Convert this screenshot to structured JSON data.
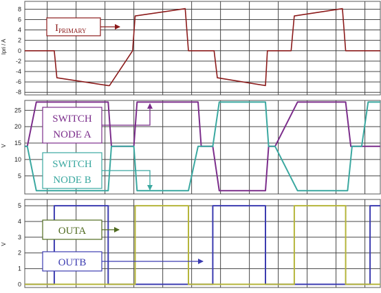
{
  "chart_data": [
    {
      "type": "line",
      "ylabel": "Ipri / A",
      "ylim": [
        -8.5,
        9.5
      ],
      "yticks": [
        8,
        6,
        4,
        2,
        0,
        -2,
        -4,
        -6,
        -8
      ],
      "series": [
        {
          "color": "#8b1a1a",
          "x": [
            0,
            4.6,
            5.0,
            13.0,
            13.2,
            16.8,
            17.2,
            25.0,
            25.5,
            29.5,
            30.0,
            37.5,
            37.8,
            41.5,
            42.0,
            49.5,
            50.0,
            55.4
          ],
          "y": [
            0,
            0,
            -5.2,
            -6.7,
            -6.7,
            0,
            6.7,
            8.1,
            0,
            0,
            -5.2,
            -6.7,
            0,
            0,
            6.7,
            8.1,
            0,
            0
          ]
        }
      ],
      "annotations": [
        {
          "text": "I",
          "sub": "PRIMARY",
          "color": "#8b1a1a"
        }
      ]
    },
    {
      "type": "line",
      "ylabel": "V",
      "ylim": [
        -0.5,
        28
      ],
      "yticks": [
        25,
        20,
        15,
        10,
        5
      ],
      "series": [
        {
          "color": "#7b2d8b",
          "x": [
            0,
            0.4,
            1.8,
            13.0,
            13.5,
            14.3,
            17.0,
            17.5,
            18.2,
            27.0,
            27.5,
            29.3,
            30.3,
            37.5,
            38.0,
            39.0,
            42.5,
            43.2,
            50.0,
            50.8,
            51.5,
            55.4
          ],
          "y": [
            14,
            14,
            27.5,
            27.5,
            14,
            14,
            14,
            27.5,
            27.5,
            27.5,
            14,
            14,
            0.5,
            0.5,
            14,
            14,
            27.5,
            27.5,
            27.5,
            14,
            14,
            14
          ]
        },
        {
          "color": "#3aa8a0",
          "x": [
            0,
            0.4,
            1.8,
            13.0,
            13.5,
            14.3,
            17.0,
            17.5,
            25.5,
            27.0,
            29.3,
            30.3,
            37.5,
            38.0,
            39.0,
            42.5,
            43.2,
            50.3,
            51.0,
            52.5,
            53.5,
            55.4
          ],
          "y": [
            14,
            14,
            0.5,
            0.5,
            14,
            14,
            14,
            0.5,
            0.5,
            14,
            14,
            27.5,
            27.5,
            14,
            14,
            0.5,
            0.5,
            0.5,
            14,
            14,
            27.5,
            27.5
          ]
        }
      ],
      "annotations": [
        {
          "line1": "SWITCH",
          "line2": "NODE A",
          "color": "#7b2d8b"
        },
        {
          "line1": "SWITCH",
          "line2": "NODE B",
          "color": "#3aa8a0"
        }
      ]
    },
    {
      "type": "line",
      "ylabel": "V",
      "ylim": [
        -0.2,
        5.4
      ],
      "yticks": [
        5,
        4,
        3,
        2,
        1,
        0
      ],
      "series": [
        {
          "color": "#3b3bb0",
          "x": [
            0,
            4.6,
            4.6,
            13.0,
            13.0,
            29.3,
            29.3,
            37.5,
            37.5,
            53.8,
            53.8,
            55.4
          ],
          "y": [
            0,
            0,
            5,
            5,
            0,
            0,
            5,
            5,
            0,
            0,
            5,
            5
          ]
        },
        {
          "color": "#b5b53a",
          "x": [
            0,
            17.2,
            17.2,
            25.5,
            25.5,
            42.0,
            42.0,
            50.0,
            50.0,
            55.4
          ],
          "y": [
            0,
            0,
            5,
            5,
            0,
            0,
            5,
            5,
            0,
            0
          ]
        }
      ],
      "annotations": [
        {
          "text": "OUTA",
          "color": "#4f6a1f"
        },
        {
          "text": "OUTB",
          "color": "#3b3bb0"
        }
      ]
    }
  ]
}
